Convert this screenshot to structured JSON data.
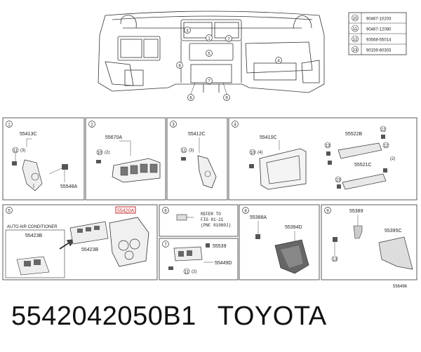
{
  "fastener_table": [
    {
      "ref": "10",
      "part": "90467-10203"
    },
    {
      "ref": "11",
      "part": "90467-12080"
    },
    {
      "ref": "12",
      "part": "93568-55014"
    },
    {
      "ref": "13",
      "part": "90159-60303"
    }
  ],
  "overview_callouts": [
    "3",
    "1",
    "2",
    "5",
    "8",
    "7",
    "4",
    "6",
    "9"
  ],
  "panels": [
    {
      "num": "1",
      "parts": [
        "55413C",
        "55548A"
      ],
      "callouts": [
        "11",
        "(3)"
      ]
    },
    {
      "num": "2",
      "parts": [
        "55670A"
      ],
      "callouts": [
        "10",
        "(2)"
      ]
    },
    {
      "num": "3",
      "parts": [
        "55412C"
      ],
      "callouts": [
        "11",
        "(3)"
      ]
    },
    {
      "num": "4",
      "parts": [
        "55410C",
        "55522B",
        "55521C"
      ],
      "callouts": [
        "10",
        "(4)",
        "12",
        "13",
        "12",
        "(2)"
      ]
    },
    {
      "num": "5",
      "parts": [
        "55423B",
        "55423B",
        "55420A"
      ],
      "note": "AUTO AIR CONDITIONER"
    },
    {
      "num": "6",
      "refer": [
        "REFER TO",
        "FIG 81-21",
        "(PNC 81080J)"
      ]
    },
    {
      "num": "7",
      "parts": [
        "55539",
        "55449D"
      ],
      "callouts": [
        "11",
        "(2)"
      ]
    },
    {
      "num": "8",
      "parts": [
        "55388A",
        "55394D"
      ]
    },
    {
      "num": "9",
      "parts": [
        "55389",
        "55395C"
      ],
      "callouts": [
        "13"
      ]
    }
  ],
  "diagram_code": "556496",
  "caption": {
    "part_number": "5542042050B1",
    "brand": "TOYOTA"
  }
}
